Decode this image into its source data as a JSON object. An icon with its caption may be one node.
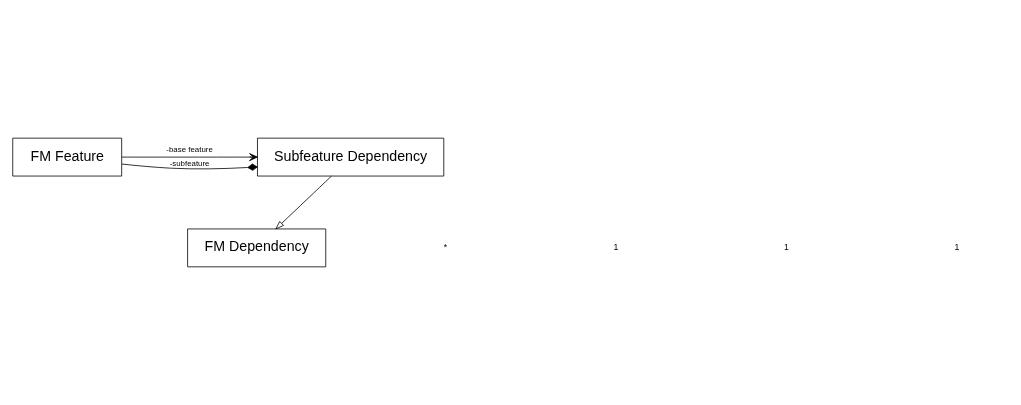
{
  "diagram": {
    "nodes": [
      {
        "text": [
          "FM Dependency"
        ]
      },
      {
        "text": [
          "Subfeature Dependency"
        ]
      },
      {
        "text": [
          "FM Feature"
        ]
      }
    ],
    "edges": [
      {
        "from": 1,
        "to": 0,
        "arrow": "to"
      },
      {
        "from": 2,
        "to": 1,
        "arrow": "to",
        "label": "-base feature"
      },
      {
        "from": 2,
        "to": 1,
        "arrow": "other",
        "label": "-subfeature"
      }
    ],
    "labels": [
      "*",
      "1",
      "1",
      "1"
    ]
  }
}
